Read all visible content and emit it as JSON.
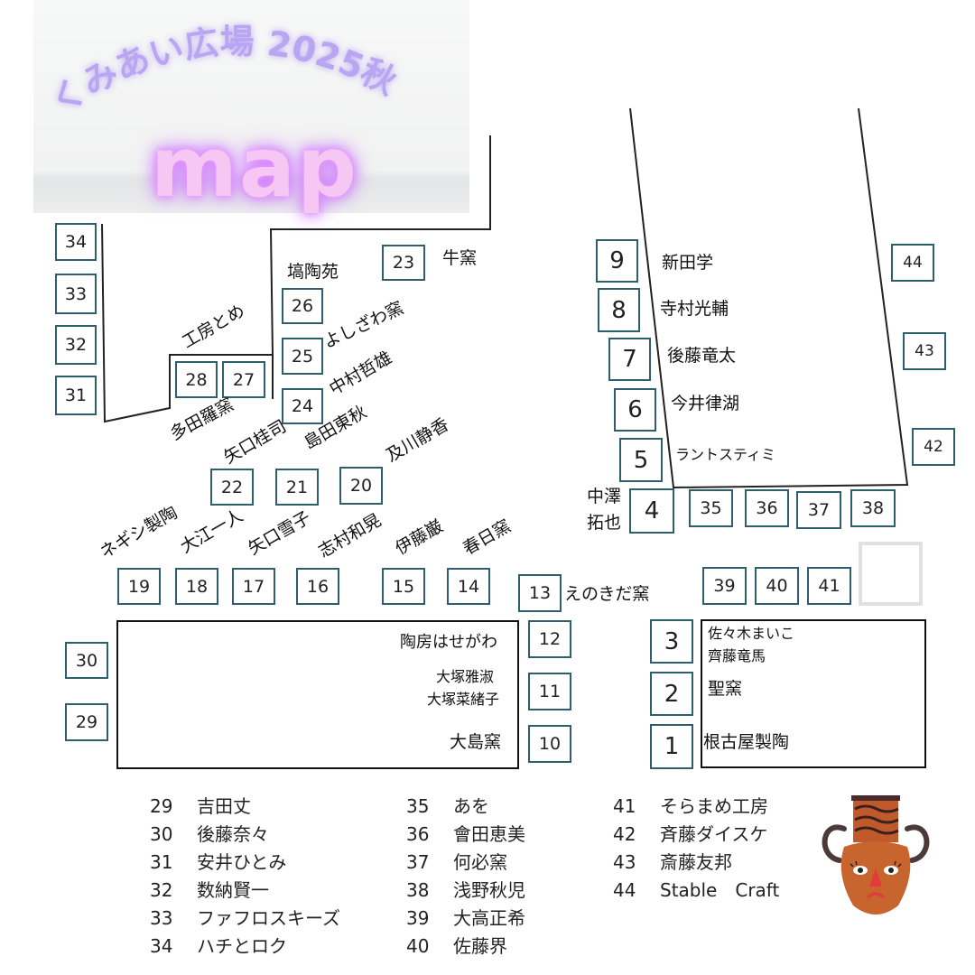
{
  "title": {
    "main": "くみあい広場 2025秋",
    "sub": "map"
  },
  "booths": [
    {
      "id": "34"
    },
    {
      "id": "33"
    },
    {
      "id": "32"
    },
    {
      "id": "31"
    },
    {
      "id": "23"
    },
    {
      "id": "26"
    },
    {
      "id": "25"
    },
    {
      "id": "24"
    },
    {
      "id": "28"
    },
    {
      "id": "27"
    },
    {
      "id": "22"
    },
    {
      "id": "21"
    },
    {
      "id": "20"
    },
    {
      "id": "19"
    },
    {
      "id": "18"
    },
    {
      "id": "17"
    },
    {
      "id": "16"
    },
    {
      "id": "15"
    },
    {
      "id": "14"
    },
    {
      "id": "13"
    },
    {
      "id": "12"
    },
    {
      "id": "11"
    },
    {
      "id": "10"
    },
    {
      "id": "30"
    },
    {
      "id": "29"
    },
    {
      "id": "9"
    },
    {
      "id": "8"
    },
    {
      "id": "7"
    },
    {
      "id": "6"
    },
    {
      "id": "5"
    },
    {
      "id": "4"
    },
    {
      "id": "35"
    },
    {
      "id": "36"
    },
    {
      "id": "37"
    },
    {
      "id": "38"
    },
    {
      "id": "39"
    },
    {
      "id": "40"
    },
    {
      "id": "41"
    },
    {
      "id": "3"
    },
    {
      "id": "2"
    },
    {
      "id": "1"
    },
    {
      "id": "44"
    },
    {
      "id": "43"
    },
    {
      "id": "42"
    }
  ],
  "labels": {
    "ushi": "牛窯",
    "kou": "塙陶苑",
    "yoshi": "よしざわ窯",
    "nakamura": "中村哲雄",
    "koubou": "工房とめ",
    "tatara": "多田羅窯",
    "yaguchi_k": "矢口桂司",
    "shimada": "島田東秋",
    "oikawa": "及川静香",
    "negishi": "ネギシ製陶",
    "oe": "大江一人",
    "yaguchi_y": "矢口雪子",
    "shimura": "志村和晃",
    "ito": "伊藤巌",
    "kasuga": "春日窯",
    "enoki": "えのきだ窯",
    "tobo": "陶房はせがわ",
    "otsuka1": "大塚雅淑",
    "otsuka2": "大塚菜緒子",
    "oshima": "大島窯",
    "nitta": "新田学",
    "teramura": "寺村光輔",
    "goto_r": "後藤竜太",
    "imai": "今井律湖",
    "ranto": "ラントスティミ",
    "nakazawa1": "中澤",
    "nakazawa2": "拓也",
    "sasaki": "佐々木まいこ",
    "saito_r": "齊藤竜馬",
    "hijiri": "聖窯",
    "nagoya": "根古屋製陶"
  },
  "legend": [
    [
      {
        "num": "29",
        "name": "吉田丈"
      },
      {
        "num": "30",
        "name": "後藤奈々"
      },
      {
        "num": "31",
        "name": "安井ひとみ"
      },
      {
        "num": "32",
        "name": "数納賢一"
      },
      {
        "num": "33",
        "name": "ファフロスキーズ"
      },
      {
        "num": "34",
        "name": "ハチとロク"
      }
    ],
    [
      {
        "num": "35",
        "name": "あを"
      },
      {
        "num": "36",
        "name": "會田恵美"
      },
      {
        "num": "37",
        "name": "何必窯"
      },
      {
        "num": "38",
        "name": "浅野秋児"
      },
      {
        "num": "39",
        "name": "大高正希"
      },
      {
        "num": "40",
        "name": "佐藤界"
      }
    ],
    [
      {
        "num": "41",
        "name": "そらまめ工房"
      },
      {
        "num": "42",
        "name": "斉藤ダイスケ"
      },
      {
        "num": "43",
        "name": "斎藤友邦"
      },
      {
        "num": "44",
        "name": "Stable　Craft"
      }
    ]
  ]
}
